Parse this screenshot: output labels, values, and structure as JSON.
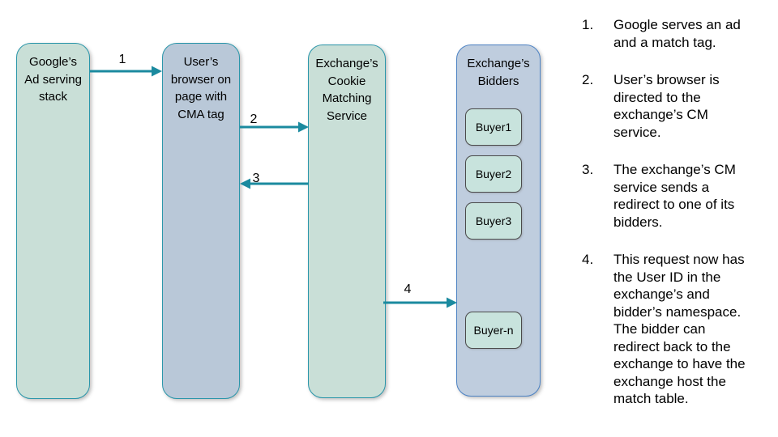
{
  "diagram": {
    "nodes": [
      {
        "id": "google-ad-serving-stack",
        "title": "Google’s\nAd serving\nstack"
      },
      {
        "id": "users-browser",
        "title": "User’s\nbrowser on\npage with\nCMA tag"
      },
      {
        "id": "exchange-cookie-matching-service",
        "title": "Exchange’s\nCookie\nMatching\nService"
      },
      {
        "id": "exchange-bidders",
        "title": "Exchange’s\nBidders"
      }
    ],
    "bidders": [
      {
        "label": "Buyer1"
      },
      {
        "label": "Buyer2"
      },
      {
        "label": "Buyer3"
      },
      {
        "label": "Buyer-n"
      }
    ],
    "arrows": [
      {
        "label": "1",
        "from": "google-ad-serving-stack",
        "to": "users-browser"
      },
      {
        "label": "2",
        "from": "users-browser",
        "to": "exchange-cookie-matching-service"
      },
      {
        "label": "3",
        "from": "exchange-cookie-matching-service",
        "to": "users-browser"
      },
      {
        "label": "4",
        "from": "exchange-cookie-matching-service",
        "to": "exchange-bidders"
      }
    ]
  },
  "steps": [
    {
      "num": "1.",
      "text": "Google serves an ad\nand a match tag."
    },
    {
      "num": "2.",
      "text": "User’s browser is\ndirected to the\nexchange’s CM\nservice."
    },
    {
      "num": "3.",
      "text": "The exchange’s CM\nservice sends a\nredirect to one of its\nbidders."
    },
    {
      "num": "4.",
      "text": "This request now has\nthe User ID in the\nexchange’s and\nbidder’s namespace.\nThe bidder can\nredirect back to the\nexchange to have the\nexchange host the\nmatch table."
    }
  ],
  "colors": {
    "green_fill": "#c9dfd7",
    "green_border": "#2a96aa",
    "blue_fill": "#b9c8d8",
    "bidders_fill": "#bfcdde",
    "bidders_border": "#4c82c4",
    "buyer_fill": "#c8e3dd",
    "buyer_border": "#4a4a4a",
    "arrow": "#1b8a9f",
    "text": "#000000"
  }
}
